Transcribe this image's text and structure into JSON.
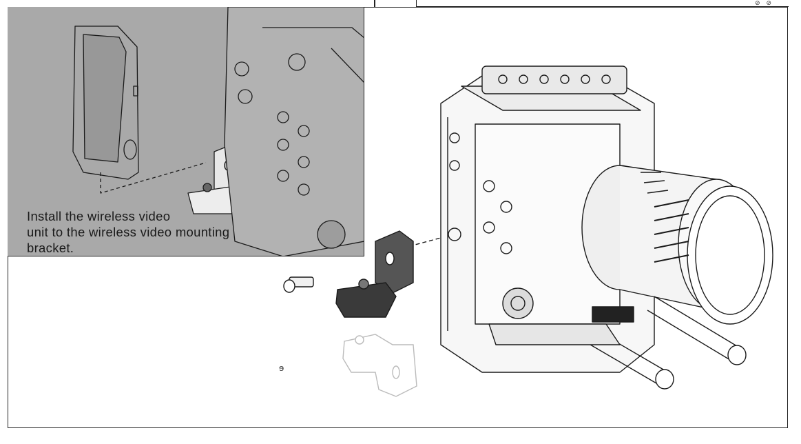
{
  "instruction": {
    "line1": "Install the wireless video",
    "line2": "unit to the wireless video mounting",
    "line3": "bracket."
  },
  "corner_marks": "⊘ ⊘",
  "stray_mark": "ɘ"
}
